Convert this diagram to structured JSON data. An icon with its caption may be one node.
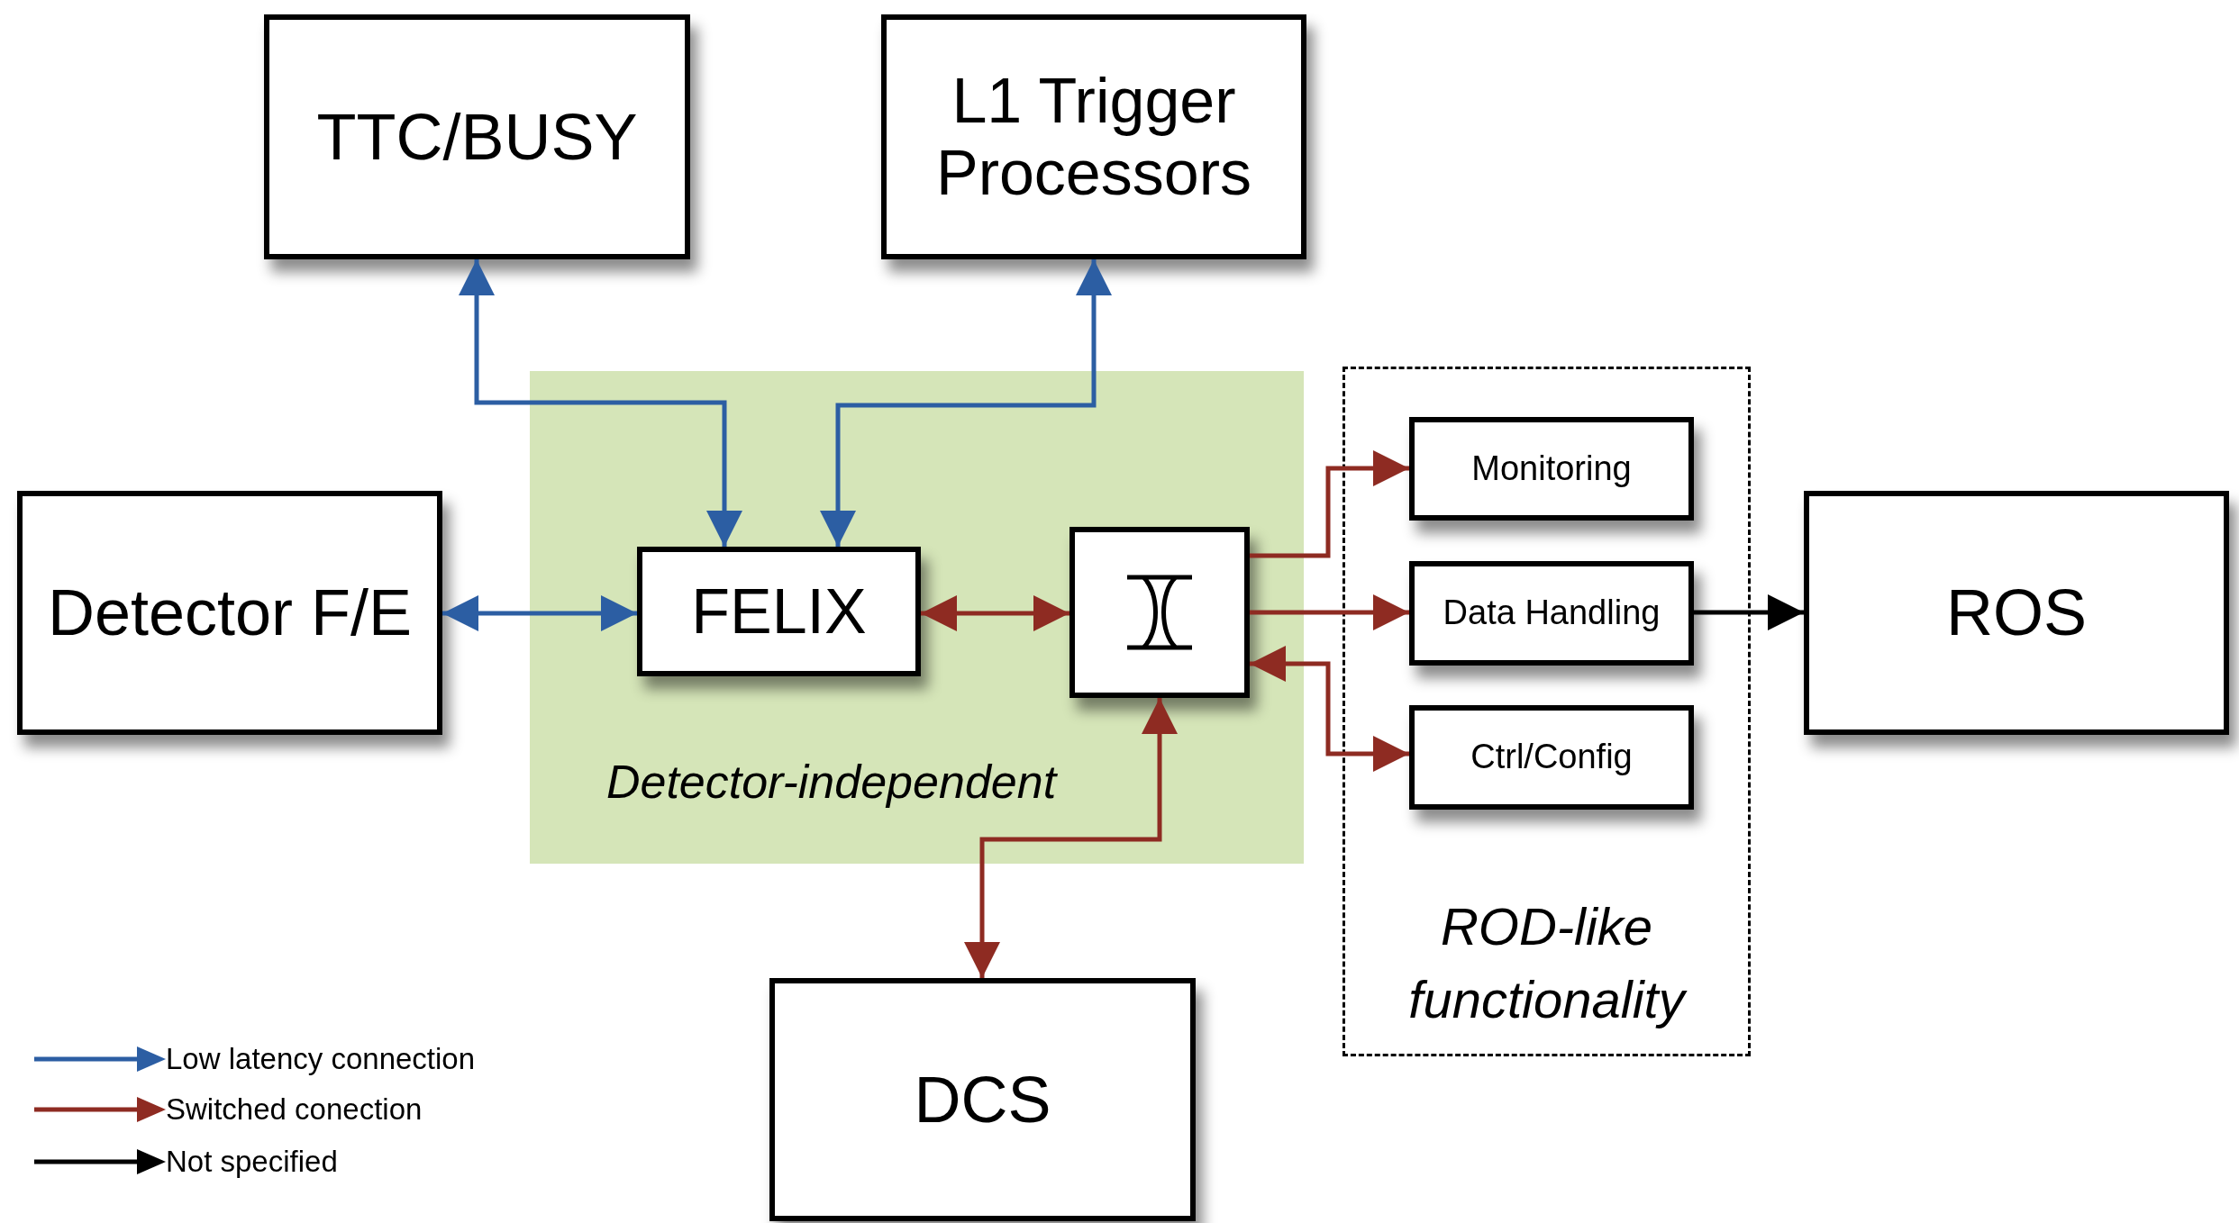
{
  "diagram": {
    "nodes": [
      {
        "text": [
          "TTC/BUSY"
        ]
      },
      {
        "text": [
          "L1 Trigger Processors"
        ]
      },
      {
        "text": [
          "Detector F/E"
        ]
      },
      {
        "text": [
          "Detector-independent"
        ]
      },
      {
        "text": [
          "FELIX"
        ],
        "in": 3
      },
      {
        "text": [],
        "shape": "box",
        "in": 3
      },
      {
        "text": [
          "ROD-like functionality"
        ]
      },
      {
        "text": [
          "Monitoring"
        ],
        "in": 6
      },
      {
        "text": [
          "Data Handling"
        ],
        "in": 6
      },
      {
        "text": [
          "Ctrl/Config"
        ],
        "in": 6
      },
      {
        "text": [
          "ROS"
        ]
      },
      {
        "text": [
          "DCS"
        ]
      }
    ],
    "edges": [
      {
        "from": 4,
        "to": 0,
        "arrow": "both",
        "color": "#2c5ea3"
      },
      {
        "from": 4,
        "to": 1,
        "arrow": "both",
        "color": "#2c5ea3"
      },
      {
        "from": 2,
        "to": 4,
        "arrow": "both",
        "color": "#2c5ea3"
      },
      {
        "from": 4,
        "to": 5,
        "arrow": "both"
      },
      {
        "from": 5,
        "to": 7,
        "arrow": "to"
      },
      {
        "from": 5,
        "to": 8,
        "arrow": "to"
      },
      {
        "from": 9,
        "to": 5,
        "arrow": "both"
      },
      {
        "from": 5,
        "to": 11,
        "arrow": "both"
      },
      {
        "from": 8,
        "to": 10,
        "arrow": "to",
        "color": "#000000"
      }
    ],
    "legend": [
      {
        "text": "Low latency connection",
        "color": "#2c5ea3"
      },
      {
        "text": "Switched conection",
        "color": "#8e2b22"
      },
      {
        "text": "Not specified",
        "color": "#000000"
      }
    ]
  }
}
